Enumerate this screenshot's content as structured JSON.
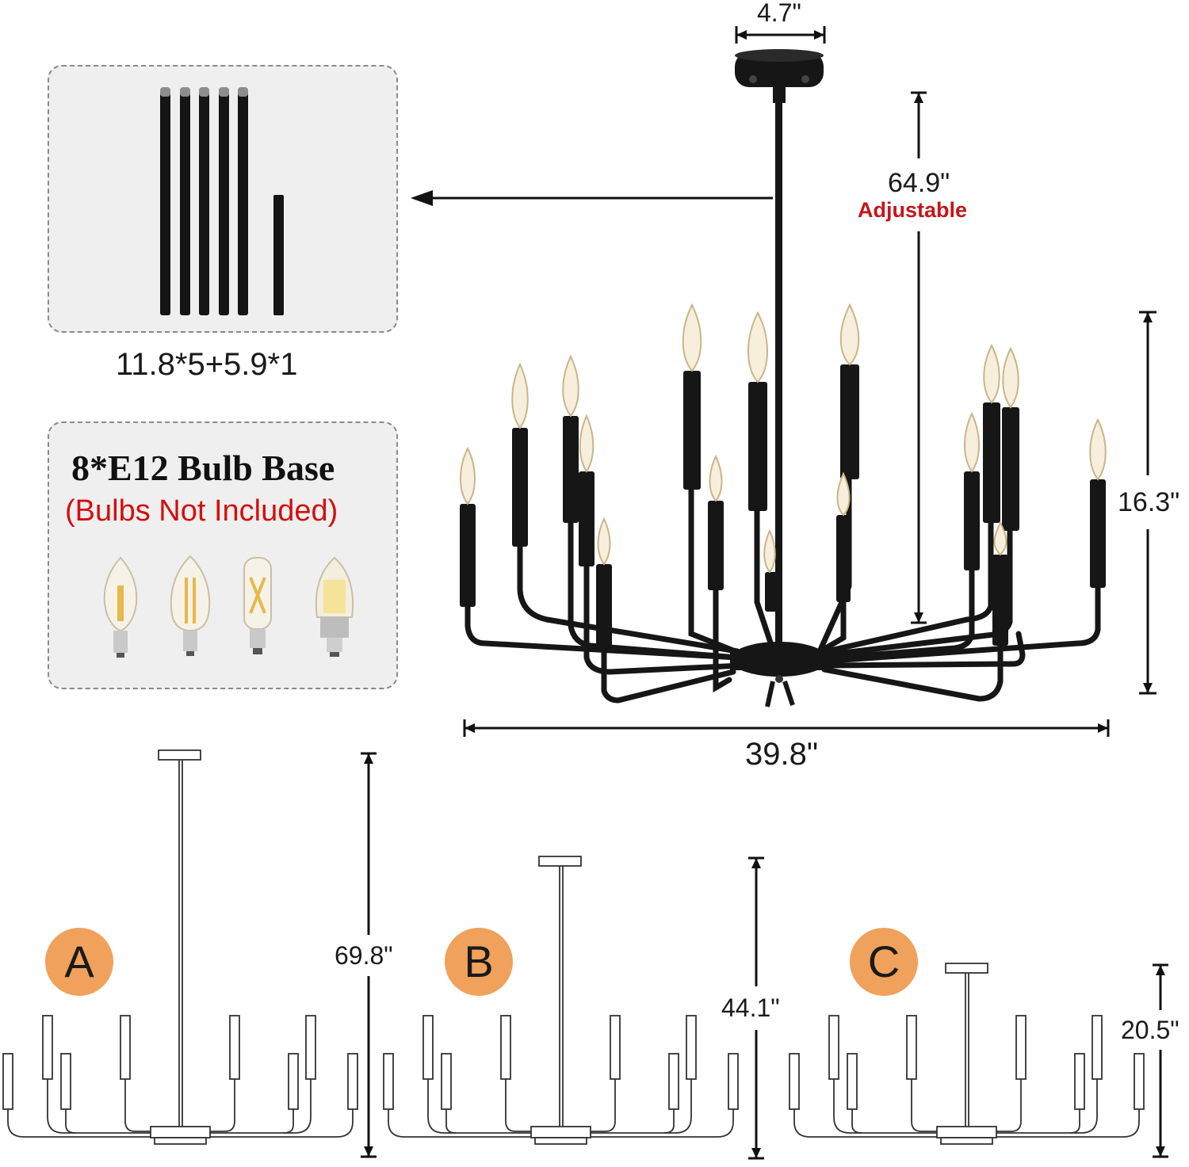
{
  "rods": {
    "caption": "11.8*5+5.9*1"
  },
  "bulbs": {
    "title": "8*E12 Bulb Base",
    "subtitle": "(Bulbs Not Included)",
    "types": [
      "candle-flame-bulb",
      "candle-torpedo-bulb",
      "tubular-bulb",
      "led-corn-bulb"
    ]
  },
  "dimensions": {
    "canopy_width": "4.7\"",
    "chain_height": "64.9\"",
    "adjustable": "Adjustable",
    "body_height": "16.3\"",
    "body_width": "39.8\""
  },
  "options": [
    {
      "letter": "A",
      "height": "69.8\""
    },
    {
      "letter": "B",
      "height": "44.1\""
    },
    {
      "letter": "C",
      "height": "20.5\""
    }
  ],
  "colors": {
    "badge": "#f0a15b",
    "adjustable_text": "#c2161b",
    "bulb_note_text": "#d20f0f",
    "fixture_black": "#111111"
  }
}
